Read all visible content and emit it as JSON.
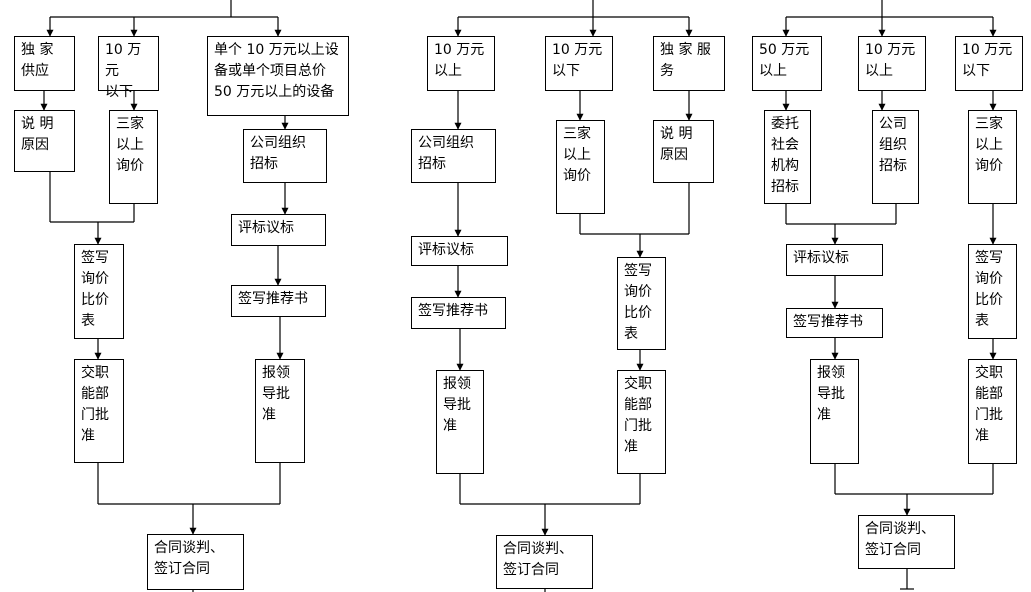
{
  "diagram": {
    "flowcharts": [
      {
        "name": "flow-1",
        "nodes": {
          "sole_supply": "独 家\n供应",
          "under_100k": "10 万元\n以下",
          "over_100k_equipment": "单个 10 万元以上设\n备或单个项目总价\n50 万元以上的设备",
          "explain_reason": "说 明\n原因",
          "three_quotes": "三家\n以上\n询价",
          "company_tender": "公司组织\n招标",
          "bid_evaluation": "评标议标",
          "price_comparison": "签写\n询价\n比价\n表",
          "recommendation": "签写推荐书",
          "dept_approval": "交职\n能部\n门批\n准",
          "leader_approval": "报领\n导批\n准",
          "contract": "合同谈判、\n签订合同"
        }
      },
      {
        "name": "flow-2",
        "nodes": {
          "over_100k": "10 万元\n以上",
          "under_100k": "10 万元\n以下",
          "sole_service": "独 家 服\n务",
          "company_tender": "公司组织\n招标",
          "three_quotes": "三家\n以上\n询价",
          "explain_reason": "说 明\n原因",
          "bid_evaluation": "评标议标",
          "recommendation": "签写推荐书",
          "price_comparison": "签写\n询价\n比价\n表",
          "leader_approval": "报领\n导批\n准",
          "dept_approval": "交职\n能部\n门批\n准",
          "contract": "合同谈判、\n签订合同"
        }
      },
      {
        "name": "flow-3",
        "nodes": {
          "over_500k": "50 万元\n以上",
          "over_100k": "10 万元\n以上",
          "under_100k": "10 万元\n以下",
          "entrust_agency": "委托\n社会\n机构\n招标",
          "company_tender": "公司\n组织\n招标",
          "three_quotes": "三家\n以上\n询价",
          "bid_evaluation": "评标议标",
          "price_comparison": "签写\n询价\n比价\n表",
          "recommendation": "签写推荐书",
          "leader_approval": "报领\n导批\n准",
          "dept_approval": "交职\n能部\n门批\n准",
          "contract": "合同谈判、\n签订合同"
        }
      }
    ]
  }
}
